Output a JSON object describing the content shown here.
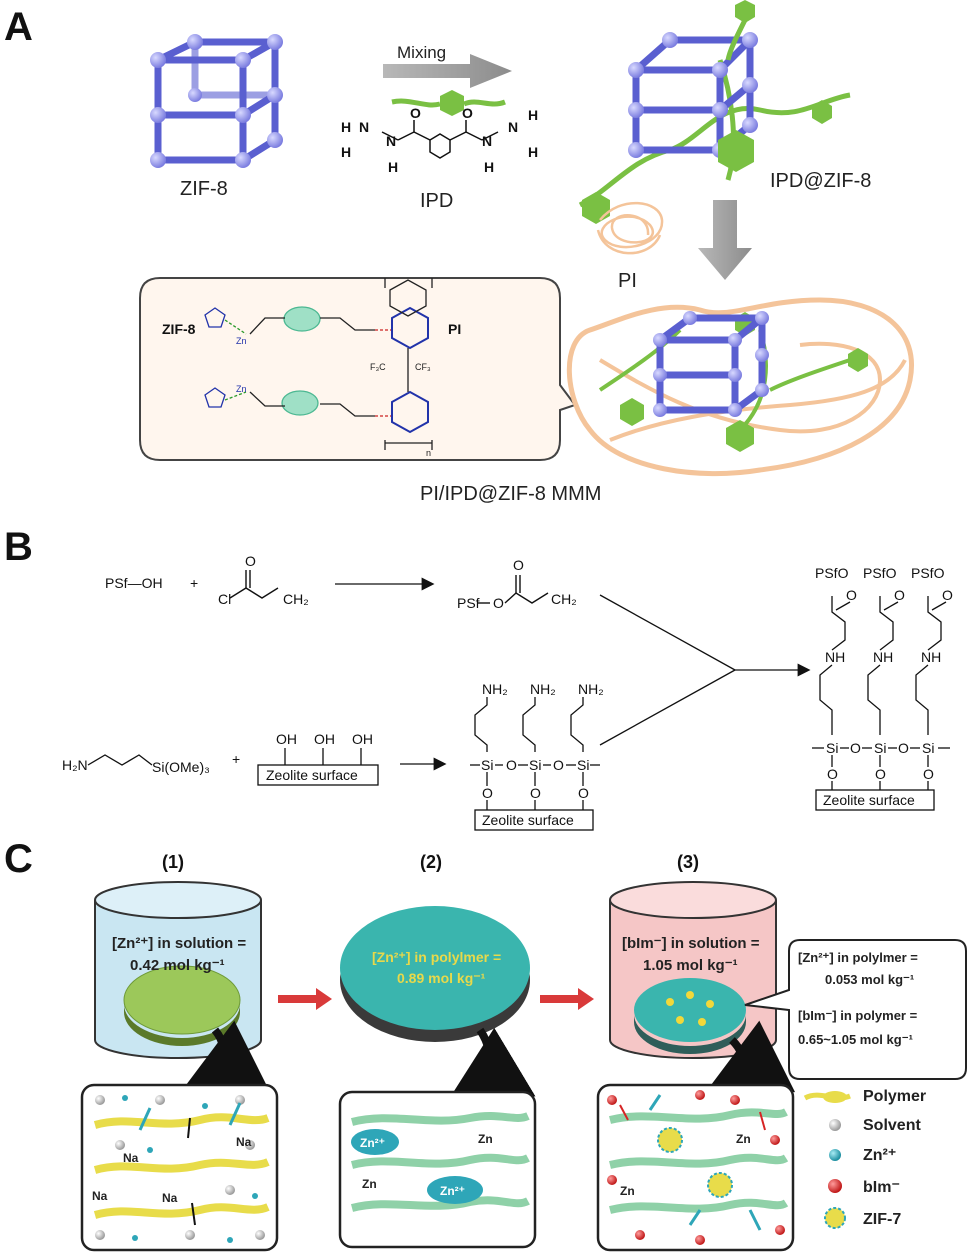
{
  "panels": {
    "a": "A",
    "b": "B",
    "c": "C"
  },
  "panel_a": {
    "zif8": "ZIF-8",
    "mixing": "Mixing",
    "ipd": "IPD",
    "ipd_zif8": "IPD@ZIF-8",
    "pi": "PI",
    "mmm": "PI/IPD@ZIF-8 MMM",
    "callout": {
      "zif8": "ZIF-8",
      "pi": "PI",
      "zn": "Zn",
      "cf3": "F₃C",
      "cf3b": "CF₃",
      "n": "n"
    }
  },
  "panel_b": {
    "psf_oh": "PSf—OH",
    "plus": "+",
    "cl": "Cl",
    "ch2": "CH₂",
    "o": "O",
    "psf_o": "PSf",
    "amine": "H₂N",
    "si_ome3": "Si(OMe)₃",
    "oh": "OH",
    "zeolite": "Zeolite surface",
    "nh2": "NH₂",
    "si": "Si",
    "nh": "NH",
    "psfo": "PSfO"
  },
  "panel_c": {
    "step1": "(1)",
    "step2": "(2)",
    "step3": "(3)",
    "sol1_a": "[Zn²⁺] in solution =",
    "sol1_b": "0.42 mol kg⁻¹",
    "poly2_a": "[Zn²⁺] in polylmer =",
    "poly2_b": "0.89 mol kg⁻¹",
    "sol3_a": "[bIm⁻] in solution =",
    "sol3_b": "1.05 mol kg⁻¹",
    "box_a": "[Zn²⁺] in polylmer =",
    "box_b": "0.053 mol kg⁻¹",
    "box_c": "[bIm⁻] in polymer =",
    "box_d": "0.65~1.05 mol kg⁻¹",
    "na": "Na",
    "zn": "Zn",
    "zn2": "Zn²⁺",
    "legend": [
      "Polymer",
      "Solvent",
      "Zn²⁺",
      "bIm⁻",
      "ZIF-7"
    ]
  },
  "colors": {
    "zif_blue": "#5a5fd0",
    "zif_node": "#9a9cf0",
    "ipd_green": "#7ac043",
    "pi_peach": "#f4c49a",
    "solution_blue": "#c9e6f2",
    "solution_pink": "#f5c6c6",
    "arrow_red": "#d93a3a",
    "zn_teal": "#2ea6b8",
    "bim_red": "#d62424"
  }
}
